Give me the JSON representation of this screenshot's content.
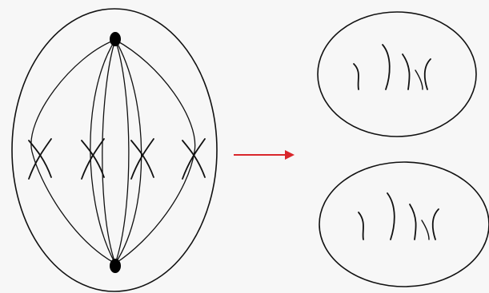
{
  "colors": {
    "background": "#f7f7f7",
    "stroke": "#111111",
    "arrow": "#d9262b"
  },
  "diagram": {
    "parent_cell": {
      "spindle_poles": 2,
      "spindle_fibers": 6,
      "chromosome_count": 4,
      "chromosome_shape": "X"
    },
    "transition_arrow_icon": "right-arrow-icon",
    "daughter_cells": [
      {
        "chromosome_count": 4,
        "chromosome_shape": "single-strand"
      },
      {
        "chromosome_count": 4,
        "chromosome_shape": "single-strand"
      }
    ]
  }
}
